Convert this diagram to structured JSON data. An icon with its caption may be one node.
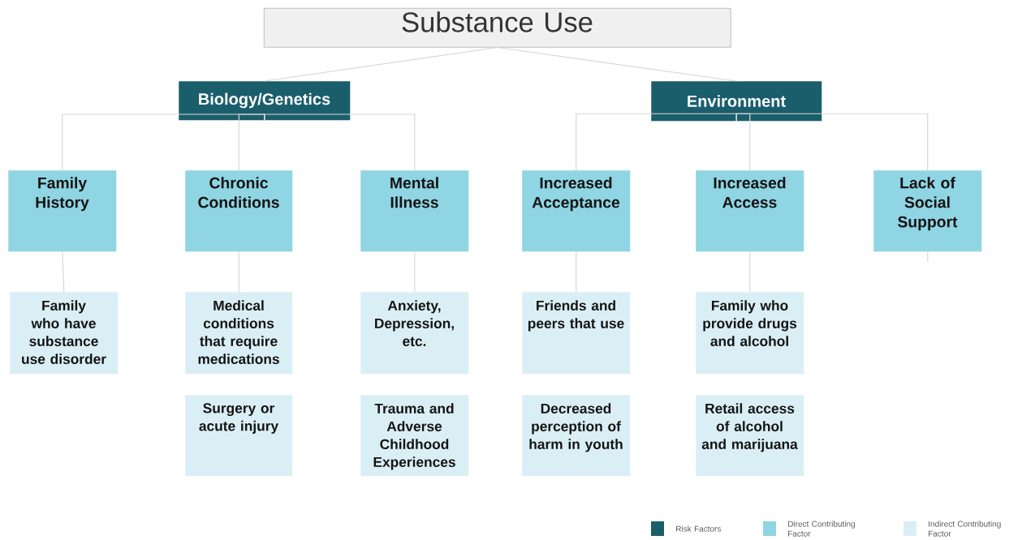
{
  "diagram": {
    "nodes": [
      {
        "text": [
          "Substance Use"
        ]
      },
      {
        "text": [
          "Biology/Genetics"
        ]
      },
      {
        "text": [
          "Environment"
        ]
      },
      {
        "text": [
          "Family History"
        ]
      },
      {
        "text": [
          "Chronic Conditions"
        ]
      },
      {
        "text": [
          "Mental Illness"
        ]
      },
      {
        "text": [
          "Increased Acceptance"
        ]
      },
      {
        "text": [
          "Increased Access"
        ]
      },
      {
        "text": [
          "Lack of Social Support"
        ]
      },
      {
        "text": [
          "Family who have substance use disorder"
        ]
      },
      {
        "text": [
          "Medical conditions that require medications"
        ]
      },
      {
        "text": [
          "Surgery or acute injury"
        ]
      },
      {
        "text": [
          "Anxiety, Depression, etc."
        ]
      },
      {
        "text": [
          "Trauma and Adverse Childhood Experiences"
        ]
      },
      {
        "text": [
          "Friends and peers that use"
        ]
      },
      {
        "text": [
          "Decreased perception of harm in youth"
        ]
      },
      {
        "text": [
          "Family who provide drugs and alcohol"
        ]
      },
      {
        "text": [
          "Retail access of alcohol and marijuana"
        ]
      }
    ],
    "edges": [
      {
        "from": 0,
        "to": 1,
        "arrow": "none"
      },
      {
        "from": 0,
        "to": 2,
        "arrow": "none"
      },
      {
        "from": 1,
        "to": 3,
        "arrow": "none"
      },
      {
        "from": 1,
        "to": 4,
        "arrow": "none"
      },
      {
        "from": 1,
        "to": 5,
        "arrow": "none"
      },
      {
        "from": 2,
        "to": 6,
        "arrow": "none"
      },
      {
        "from": 2,
        "to": 7,
        "arrow": "none"
      },
      {
        "from": 2,
        "to": 8,
        "arrow": "none"
      },
      {
        "from": 3,
        "to": 9,
        "arrow": "none"
      },
      {
        "from": 4,
        "to": 10,
        "arrow": "none"
      },
      {
        "from": 5,
        "to": 12,
        "arrow": "none"
      },
      {
        "from": 6,
        "to": 14,
        "arrow": "none"
      },
      {
        "from": 7,
        "to": 16,
        "arrow": "none"
      },
      {
        "from": 8,
        "to": null,
        "arrow": "none"
      }
    ],
    "legend": [
      {
        "text": "Risk Factors",
        "color": "#1b5e6b"
      },
      {
        "text": "Direct Contributing Factor",
        "color": "#8fd5e3"
      },
      {
        "text": "Indirect Contributing Factor",
        "color": "#daeff5"
      }
    ]
  }
}
